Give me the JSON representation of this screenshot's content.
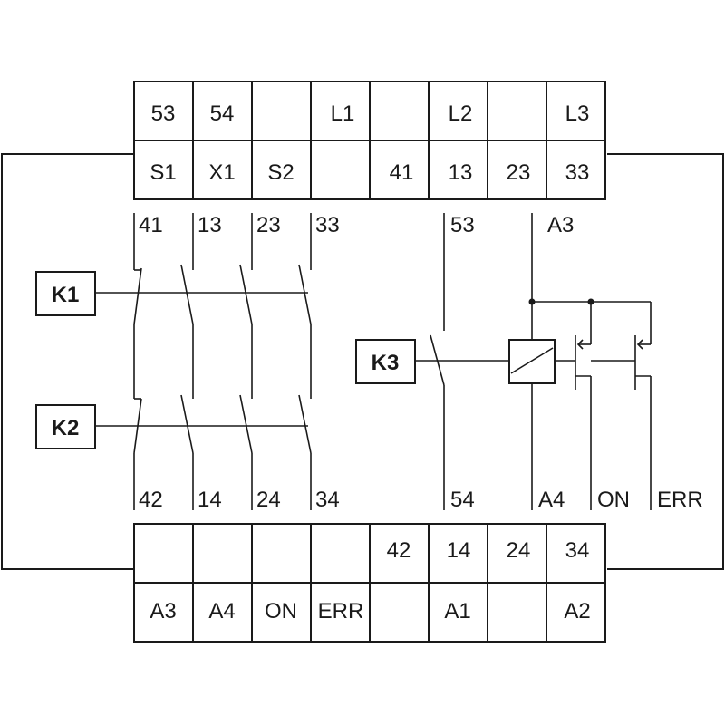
{
  "top_block": {
    "upper_row": [
      "53",
      "54",
      "",
      "L1",
      "",
      "L2",
      "",
      "L3"
    ],
    "lower_row": [
      "S1",
      "X1",
      "S2",
      "",
      "41",
      "13",
      "23",
      "33"
    ]
  },
  "bottom_block": {
    "upper_row": [
      "",
      "",
      "",
      "",
      "42",
      "14",
      "24",
      "34"
    ],
    "lower_row": [
      "A3",
      "A4",
      "ON",
      "ERR",
      "",
      "A1",
      "",
      "A2"
    ]
  },
  "relays": {
    "k1": "K1",
    "k2": "K2",
    "k3": "K3"
  },
  "contacts_top": [
    "41",
    "13",
    "23",
    "33"
  ],
  "contacts_bottom": [
    "42",
    "14",
    "24",
    "34"
  ],
  "k3_contact": {
    "top": "53",
    "bottom": "54"
  },
  "coil": {
    "top": "A3",
    "bottom": "A4"
  },
  "outputs": {
    "on": "ON",
    "err": "ERR"
  }
}
